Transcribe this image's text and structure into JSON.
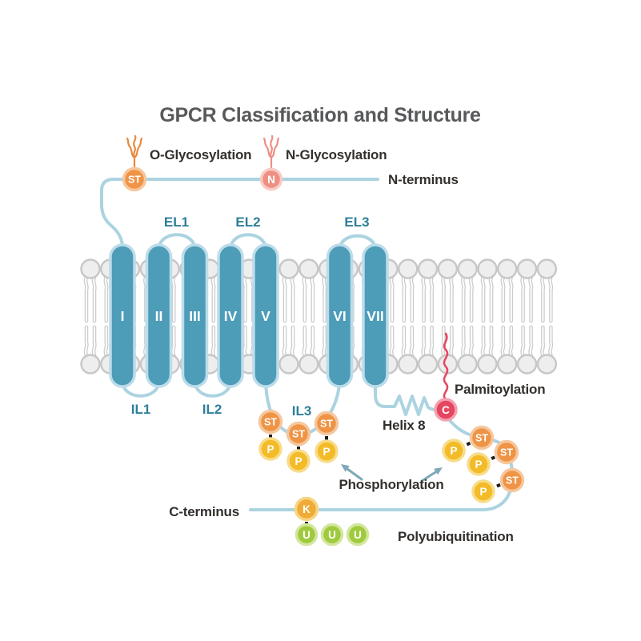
{
  "title": "GPCR Classification and Structure",
  "labels": {
    "o_glycosylation": "O-Glycosylation",
    "n_glycosylation": "N-Glycosylation",
    "n_terminus": "N-terminus",
    "c_terminus": "C-terminus",
    "helix8": "Helix 8",
    "palmitoylation": "Palmitoylation",
    "phosphorylation": "Phosphorylation",
    "polyubiquitination": "Polyubiquitination"
  },
  "loops": {
    "el": [
      "EL1",
      "EL2",
      "EL3"
    ],
    "il": [
      "IL1",
      "IL2",
      "IL3"
    ]
  },
  "helix_labels": [
    "I",
    "II",
    "III",
    "IV",
    "V",
    "VI",
    "VII"
  ],
  "residues": {
    "st": "ST",
    "n": "N",
    "c": "C"
  },
  "il3_cluster": {
    "st": [
      "ST",
      "ST",
      "ST"
    ],
    "p": [
      "P",
      "P",
      "P"
    ]
  },
  "ctail_cluster": {
    "st": [
      "ST",
      "ST",
      "ST"
    ],
    "p": [
      "P",
      "P",
      "P"
    ]
  },
  "ubiquitin": {
    "k": "K",
    "u": [
      "U",
      "U",
      "U"
    ]
  },
  "colors": {
    "title_text": "#58595b",
    "dark_text": "#332f2c",
    "loop_label": "#2e7f99",
    "membrane_line": "#abd3e0",
    "helix_fill": "#4d9cb8",
    "helix_halo": "#bcdcea",
    "lipid_head": "#eeeeee",
    "lipid_head_stroke": "#c7c7c7",
    "lipid_tail": "#cccccc",
    "st_fill": "#ef9446",
    "st_ring": "#f5c79e",
    "n_fill": "#ee8f84",
    "n_ring": "#f8cbc5",
    "p_fill": "#f3bb27",
    "p_ring": "#f8dc8a",
    "k_fill": "#f0ab37",
    "k_ring": "#f6d584",
    "u_fill": "#a0ca3e",
    "u_ring": "#d3e69d",
    "c_fill": "#e64560",
    "c_ring": "#f2a2b0",
    "glycan_o": "#e8893c",
    "glycan_n": "#ee8f84",
    "palmitoyl": "#e84862",
    "arrow": "#7fa8b8",
    "link": "#1c1c1c"
  }
}
